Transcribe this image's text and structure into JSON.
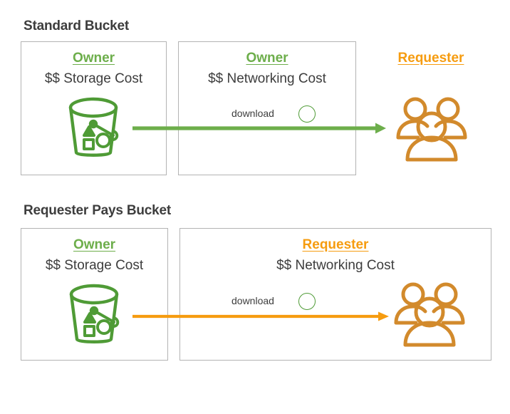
{
  "diagram": {
    "title_hidden": "S3 Standard Bucket vs Requester Pays Bucket cost responsibility",
    "colors": {
      "owner_green": "#6DAE4B",
      "requester_orange": "#F69C10",
      "bucket_icon_green": "#4F9B36",
      "users_icon_orange": "#D28A2C",
      "green_arrow": "#6DAE4B",
      "orange_arrow": "#F69C10",
      "panel_border": "#b3b3b3",
      "text_dark": "#3d3d3d"
    },
    "sections": [
      {
        "id": "standard-bucket",
        "title": "Standard Bucket",
        "storage_panel": {
          "role": "Owner",
          "cost": "$$ Storage Cost",
          "icon": "s3-bucket-icon"
        },
        "networking_panel": {
          "role": "Owner",
          "cost": "$$ Networking Cost",
          "download_label": "download",
          "download_icon": "download-circle-icon",
          "arrow_icon": "green-arrow-right-icon"
        },
        "consumer": {
          "role": "Requester",
          "icon": "users-group-icon",
          "inside_panel": false
        }
      },
      {
        "id": "requester-pays-bucket",
        "title": "Requester Pays Bucket",
        "storage_panel": {
          "role": "Owner",
          "cost": "$$ Storage Cost",
          "icon": "s3-bucket-icon"
        },
        "networking_panel": {
          "role": "Requester",
          "cost": "$$ Networking Cost",
          "download_label": "download",
          "download_icon": "download-circle-icon",
          "arrow_icon": "orange-arrow-right-icon"
        },
        "consumer": {
          "role": "Requester",
          "icon": "users-group-icon",
          "inside_panel": true
        }
      }
    ]
  }
}
